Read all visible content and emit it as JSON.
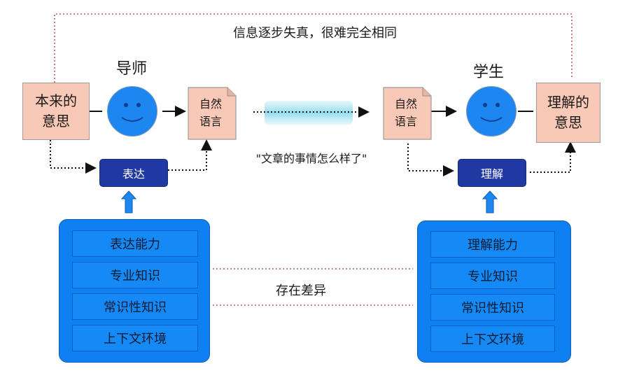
{
  "top_note": "信息逐步失真，很难完全相同",
  "left": {
    "role": "导师",
    "meaning_box": "本来的\n意思",
    "language_doc": "自然\n语言",
    "action": "表达",
    "abilities": [
      "表达能力",
      "专业知识",
      "常识性知识",
      "上下文环境"
    ]
  },
  "right": {
    "role": "学生",
    "meaning_box": "理解的\n意思",
    "language_doc": "自然\n语言",
    "action": "理解",
    "abilities": [
      "理解能力",
      "专业知识",
      "常识性知识",
      "上下文环境"
    ]
  },
  "channel_quote": "\"文章的事情怎么样了\"",
  "difference_label": "存在差异",
  "colors": {
    "meaning_fill": "#f8c9b7",
    "face_blue": "#1e86f1",
    "action_navy": "#2139a2",
    "panel_blue": "#0f80f2",
    "dotted_red": "#c05a5a",
    "arrow_blue": "#1e86f1"
  },
  "icons": [
    "smiley-face-icon",
    "document-icon",
    "up-arrow-icon"
  ]
}
